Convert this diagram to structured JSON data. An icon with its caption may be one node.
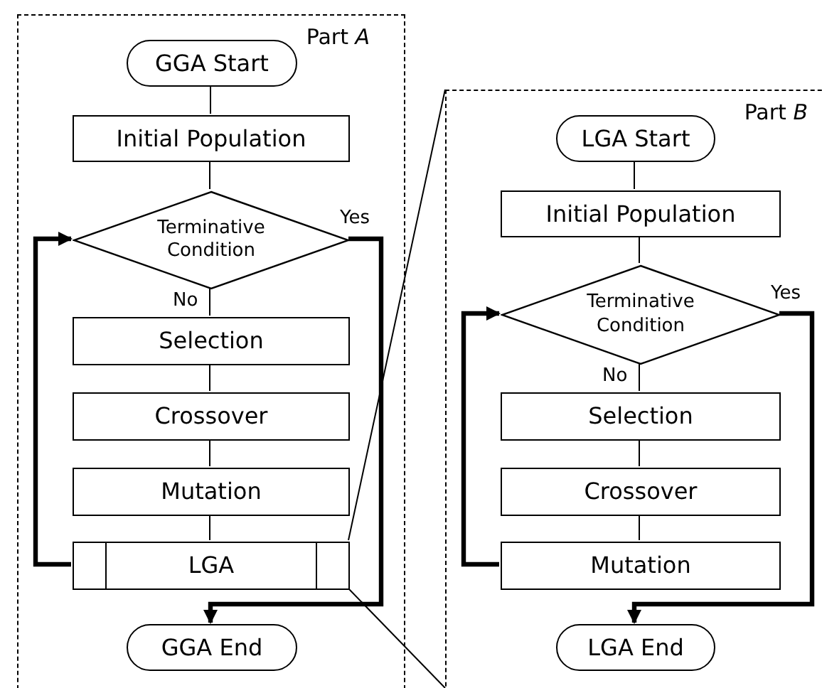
{
  "diagram": {
    "nodes": [
      {
        "text": [
          "Part *A*"
        ]
      },
      {
        "text": [
          "GGA Start"
        ],
        "in": 0
      },
      {
        "text": [
          "Initial Population"
        ],
        "in": 0
      },
      {
        "text": [
          "Terminative Condition"
        ],
        "in": 0
      },
      {
        "text": [
          "Selection"
        ],
        "in": 0
      },
      {
        "text": [
          "Crossover"
        ],
        "in": 0
      },
      {
        "text": [
          "Mutation"
        ],
        "in": 0
      },
      {
        "text": [
          "LGA"
        ],
        "in": 0
      },
      {
        "text": [
          "GGA End"
        ],
        "in": 0
      },
      {
        "text": [
          "Part *B*"
        ]
      },
      {
        "text": [
          "LGA Start"
        ],
        "in": 9
      },
      {
        "text": [
          "Initial Population"
        ],
        "in": 9
      },
      {
        "text": [
          "Terminative Condition"
        ],
        "in": 9
      },
      {
        "text": [
          "Selection"
        ],
        "in": 9
      },
      {
        "text": [
          "Crossover"
        ],
        "in": 9
      },
      {
        "text": [
          "Mutation"
        ],
        "in": 9
      },
      {
        "text": [
          "LGA End"
        ],
        "in": 9
      }
    ],
    "edges": [
      {
        "from": 1,
        "to": 2,
        "arrow": "none"
      },
      {
        "from": 2,
        "to": 3,
        "arrow": "none"
      },
      {
        "from": 3,
        "to": 4,
        "arrow": "none",
        "label": "No"
      },
      {
        "from": 4,
        "to": 5,
        "arrow": "none"
      },
      {
        "from": 5,
        "to": 6,
        "arrow": "none"
      },
      {
        "from": 6,
        "to": 7,
        "arrow": "none"
      },
      {
        "from": 7,
        "to": 3,
        "arrow": "to",
        "style": "thick"
      },
      {
        "from": 3,
        "to": 8,
        "arrow": "to",
        "label": "Yes",
        "style": "thick"
      },
      {
        "from": 7,
        "to": 9,
        "arrow": "none"
      },
      {
        "from": 7,
        "to": 9,
        "arrow": "none"
      },
      {
        "from": 10,
        "to": 11,
        "arrow": "none"
      },
      {
        "from": 11,
        "to": 12,
        "arrow": "none"
      },
      {
        "from": 12,
        "to": 13,
        "arrow": "none",
        "label": "No"
      },
      {
        "from": 13,
        "to": 14,
        "arrow": "none"
      },
      {
        "from": 14,
        "to": 15,
        "arrow": "none"
      },
      {
        "from": 15,
        "to": 12,
        "arrow": "to",
        "style": "thick"
      },
      {
        "from": 12,
        "to": 16,
        "arrow": "to",
        "label": "Yes",
        "style": "thick"
      }
    ]
  }
}
